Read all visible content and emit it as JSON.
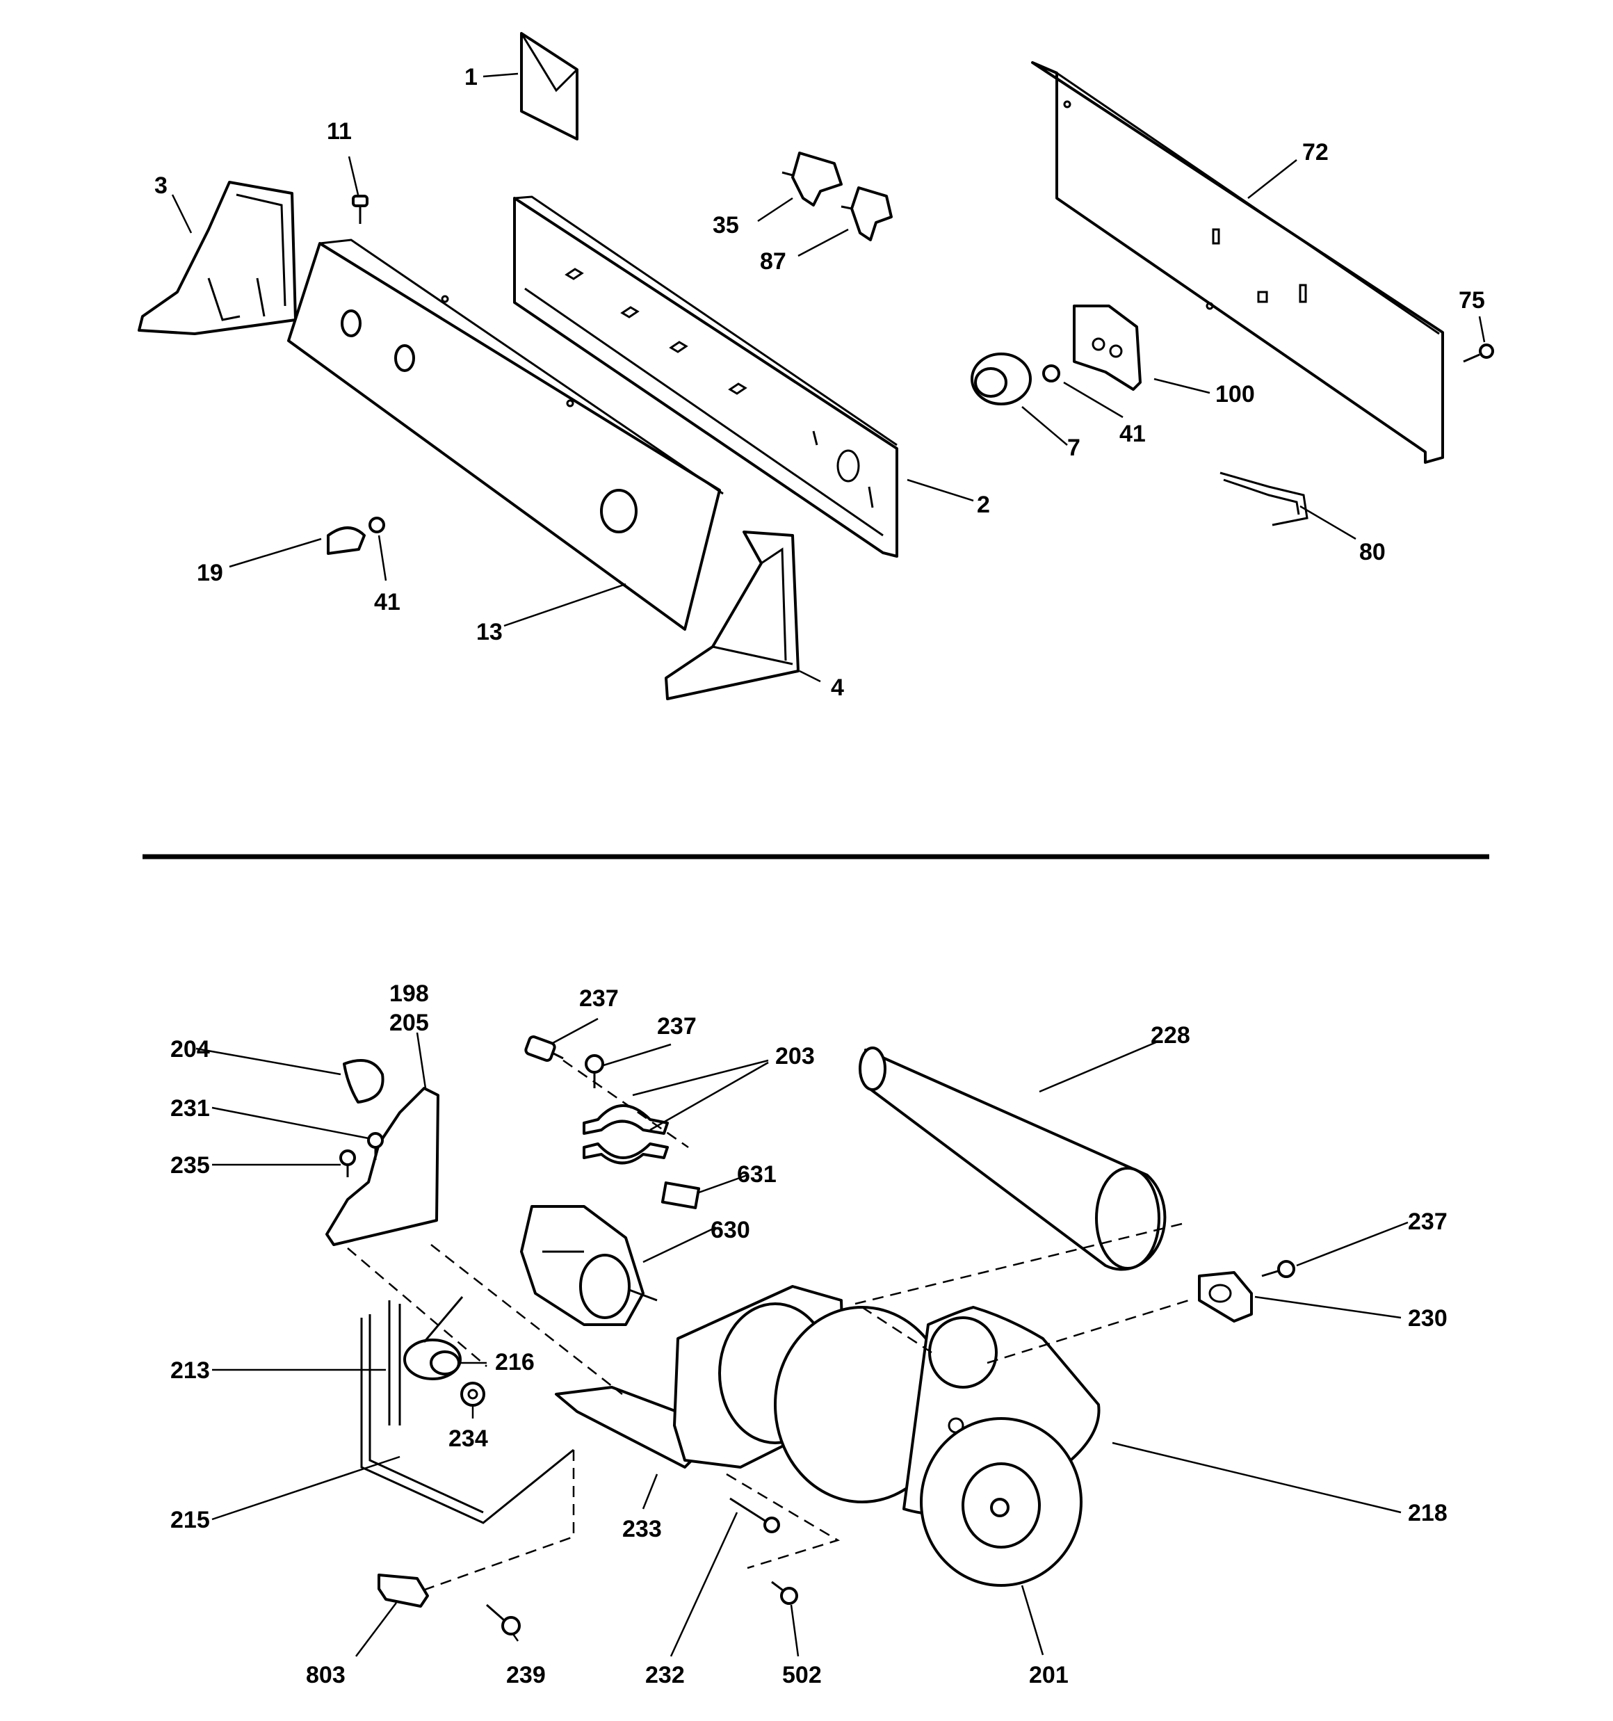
{
  "labels": {
    "l1": "1",
    "l11": "11",
    "l3": "3",
    "l35": "35",
    "l87": "87",
    "l72": "72",
    "l75": "75",
    "l100": "100",
    "l41a": "41",
    "l7": "7",
    "l2": "2",
    "l80": "80",
    "l19": "19",
    "l41b": "41",
    "l13": "13",
    "l4": "4",
    "l198": "198",
    "l205": "205",
    "l204": "204",
    "l231": "231",
    "l235": "235",
    "l237a": "237",
    "l237b": "237",
    "l203": "203",
    "l228": "228",
    "l631": "631",
    "l630": "630",
    "l237c": "237",
    "l230": "230",
    "l213": "213",
    "l216": "216",
    "l234": "234",
    "l215": "215",
    "l233": "233",
    "l218": "218",
    "l803": "803",
    "l239": "239",
    "l232": "232",
    "l502": "502",
    "l201": "201"
  }
}
